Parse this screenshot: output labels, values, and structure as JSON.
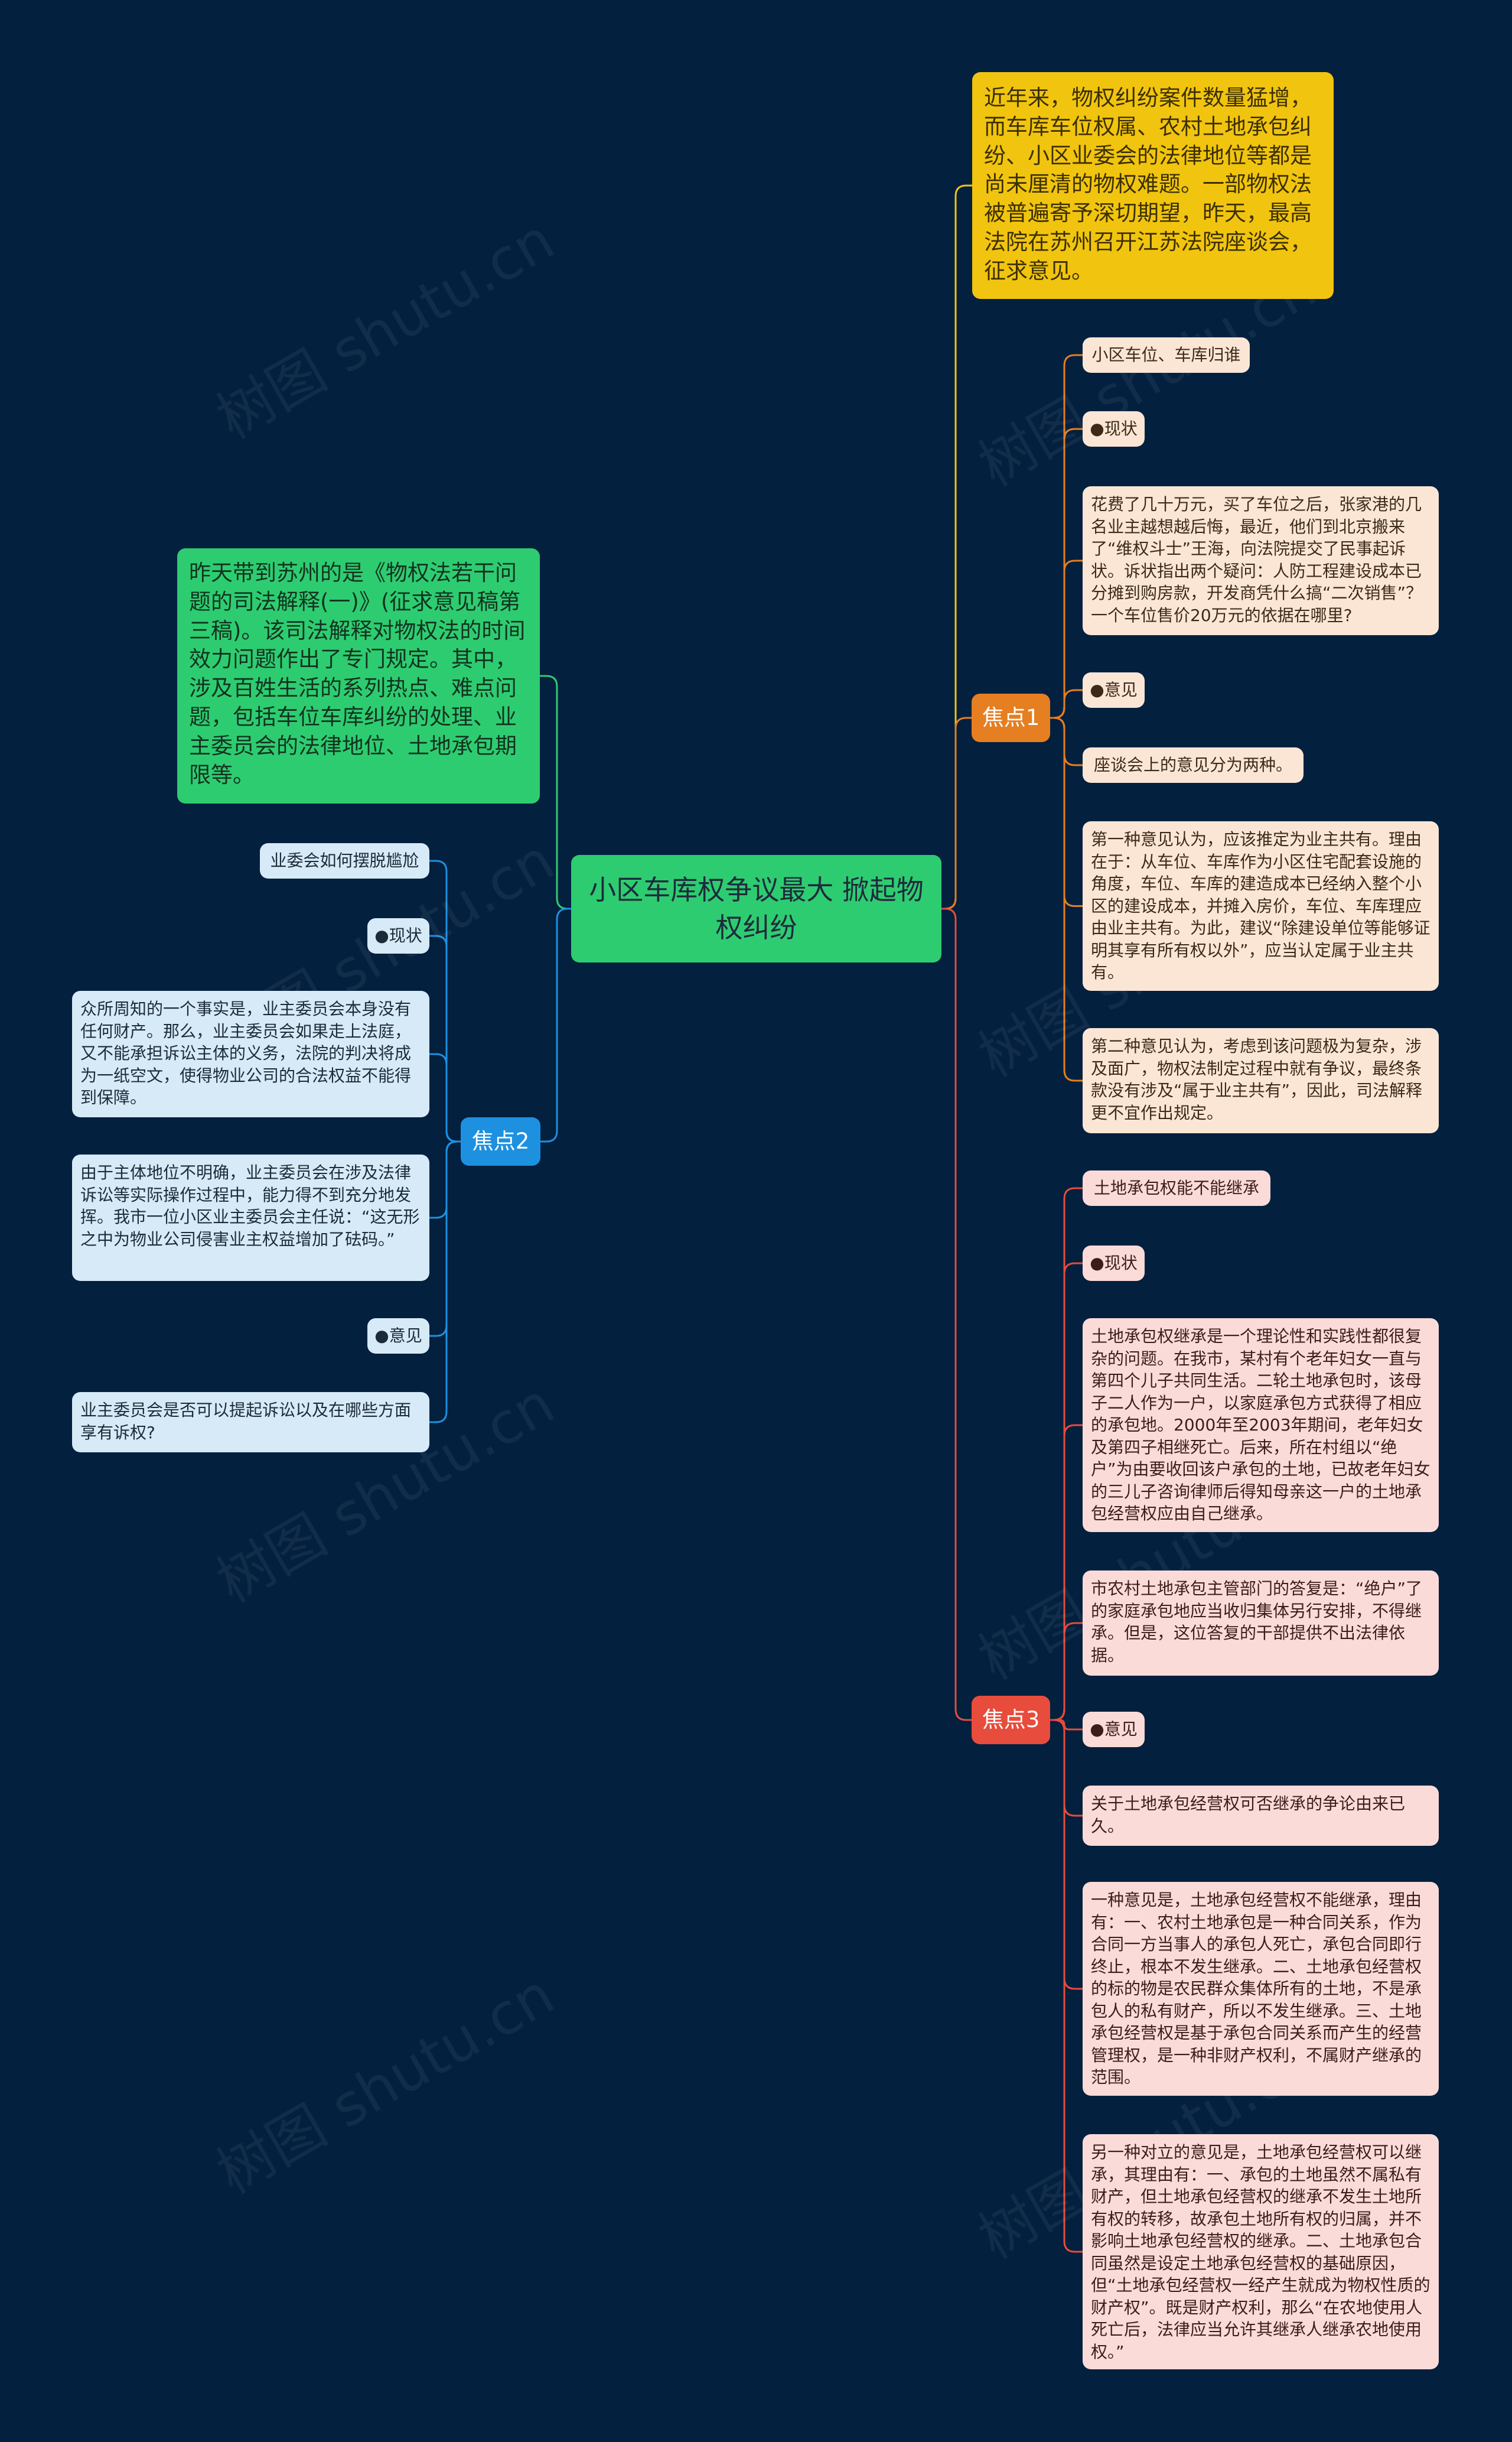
{
  "colors": {
    "background": "#03203e",
    "center": "#2ecc71",
    "branch1": "#e67e22",
    "branch2": "#1e90e0",
    "branch3": "#e74c3c",
    "intro_right": "#f1c40f",
    "intro_left": "#2ecc71",
    "leaf_orange": "#fbe6d6",
    "leaf_blue": "#d6eaf8",
    "leaf_red": "#fadbd8"
  },
  "watermark": "树图 shutu.cn",
  "center": {
    "title": "小区车库权争议最大 掀起物权纠纷"
  },
  "intro_right": "近年来，物权纠纷案件数量猛增，而车库车位权属、农村土地承包纠纷、小区业委会的法律地位等都是尚未厘清的物权难题。一部物权法被普遍寄予深切期望，昨天，最高法院在苏州召开江苏法院座谈会，征求意见。",
  "intro_left": "昨天带到苏州的是《物权法若干问题的司法解释(一)》(征求意见稿第三稿)。该司法解释对物权法的时间效力问题作出了专门规定。其中，涉及百姓生活的系列热点、难点问题，包括车位车库纠纷的处理、业主委员会的法律地位、土地承包期限等。",
  "branch1": {
    "label": "焦点1",
    "leaves": [
      "小区车位、车库归谁",
      "●现状",
      "花费了几十万元，买了车位之后，张家港的几名业主越想越后悔，最近，他们到北京搬来了“维权斗士”王海，向法院提交了民事起诉状。诉状指出两个疑问：人防工程建设成本已分摊到购房款，开发商凭什么搞“二次销售”？一个车位售价20万元的依据在哪里?",
      "●意见",
      "座谈会上的意见分为两种。",
      "第一种意见认为，应该推定为业主共有。理由在于：从车位、车库作为小区住宅配套设施的角度，车位、车库的建造成本已经纳入整个小区的建设成本，并摊入房价，车位、车库理应由业主共有。为此，建议“除建设单位等能够证明其享有所有权以外”，应当认定属于业主共有。",
      "第二种意见认为，考虑到该问题极为复杂，涉及面广，物权法制定过程中就有争议，最终条款没有涉及“属于业主共有”，因此，司法解释更不宜作出规定。"
    ]
  },
  "branch2": {
    "label": "焦点2",
    "leaves": [
      "业委会如何摆脱尴尬",
      "●现状",
      "众所周知的一个事实是，业主委员会本身没有任何财产。那么，业主委员会如果走上法庭，又不能承担诉讼主体的义务，法院的判决将成为一纸空文，使得物业公司的合法权益不能得到保障。",
      "由于主体地位不明确，业主委员会在涉及法律诉讼等实际操作过程中，能力得不到充分地发挥。我市一位小区业主委员会主任说：“这无形之中为物业公司侵害业主权益增加了砝码。”",
      "●意见",
      "业主委员会是否可以提起诉讼以及在哪些方面享有诉权?"
    ]
  },
  "branch3": {
    "label": "焦点3",
    "leaves": [
      "土地承包权能不能继承",
      "●现状",
      "土地承包权继承是一个理论性和实践性都很复杂的问题。在我市，某村有个老年妇女一直与第四个儿子共同生活。二轮土地承包时，该母子二人作为一户，以家庭承包方式获得了相应的承包地。2000年至2003年期间，老年妇女及第四子相继死亡。后来，所在村组以“绝户”为由要收回该户承包的土地，已故老年妇女的三儿子咨询律师后得知母亲这一户的土地承包经营权应由自己继承。",
      "市农村土地承包主管部门的答复是：“绝户”了的家庭承包地应当收归集体另行安排，不得继承。但是，这位答复的干部提供不出法律依据。",
      "●意见",
      "关于土地承包经营权可否继承的争论由来已久。",
      "一种意见是，土地承包经营权不能继承，理由有：一、农村土地承包是一种合同关系，作为合同一方当事人的承包人死亡，承包合同即行终止，根本不发生继承。二、土地承包经营权的标的物是农民群众集体所有的土地，不是承包人的私有财产，所以不发生继承。三、土地承包经营权是基于承包合同关系而产生的经营管理权，是一种非财产权利，不属财产继承的范围。",
      "另一种对立的意见是，土地承包经营权可以继承，其理由有：一、承包的土地虽然不属私有财产，但土地承包经营权的继承不发生土地所有权的转移，故承包土地所有权的归属，并不影响土地承包经营权的继承。二、土地承包合同虽然是设定土地承包经营权的基础原因，但“土地承包经营权一经产生就成为物权性质的财产权”。既是财产权利，那么“在农地使用人死亡后，法律应当允许其继承人继承农地使用权。”"
    ]
  }
}
